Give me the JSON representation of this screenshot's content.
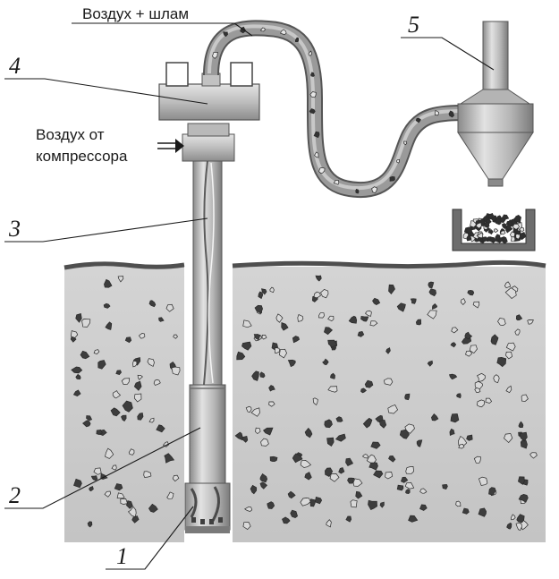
{
  "labels": {
    "air_slurry": "Воздух + шлам",
    "air_from_compressor_line1": "Воздух от",
    "air_from_compressor_line2": "компрессора"
  },
  "callouts": {
    "c1": "1",
    "c2": "2",
    "c3": "3",
    "c4": "4",
    "c5": "5"
  },
  "colors": {
    "ground": "#c9c9c9",
    "ground_top": "#5a5a5a",
    "metal_light": "#d8d8d8",
    "metal_mid": "#a8a8a8",
    "metal_dark": "#6e6e6e",
    "hose": "#8f8f8f",
    "rock": "#4a4a4a",
    "ink": "#1a1a1a"
  },
  "icons": {
    "arrow": "arrow-right-icon"
  }
}
